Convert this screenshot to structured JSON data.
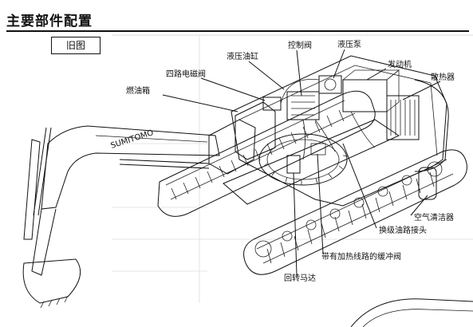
{
  "header": {
    "title": "主要部件配置",
    "badge": "旧图"
  },
  "callouts": {
    "control_valve": "控制阀",
    "hydraulic_pump": "液压泵",
    "hydraulic_cylinder": "液压油缸",
    "engine": "发动机",
    "four_way_solenoid": "四路电磁阀",
    "radiator": "散热器",
    "fuel_tank": "燃油箱",
    "air_cleaner": "空气清洁器",
    "swivel_joint": "换级油路接头",
    "cushion_valve": "带有加热线路的缓冲阀",
    "swing_motor": "回转马达"
  },
  "boom_text": "SUMITOMO",
  "colors": {
    "ink": "#111111",
    "background": "#ffffff",
    "faint_text": "#bbbbbb"
  }
}
